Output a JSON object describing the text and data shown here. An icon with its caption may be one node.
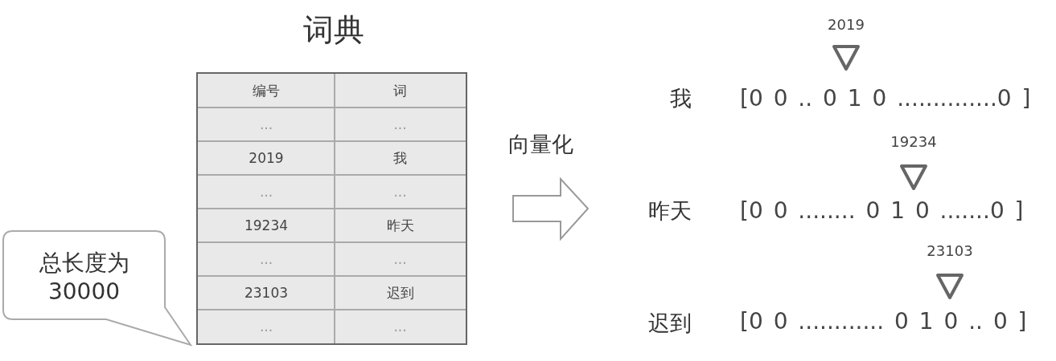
{
  "diagram": {
    "title": "词典",
    "nodes": [
      {
        "text": [],
        "shape": "box"
      },
      {
        "text": [
          "总长度为 30000"
        ]
      }
    ],
    "labels": [
      "编号",
      "词",
      "...",
      "...",
      "2019",
      "我",
      "...",
      "...",
      "19234",
      "昨天",
      "...",
      "...",
      "23103",
      "迟到",
      "...",
      "...",
      "向量化",
      "2019",
      "我",
      "[0 0 .. 0 1 0 ..............0 ]",
      "19234",
      "昨天",
      "[0 0 ........ 0 1 0 .......0 ]",
      "23103",
      "迟到",
      "[0 0 ............ 0 1 0 .. 0 ]"
    ]
  }
}
